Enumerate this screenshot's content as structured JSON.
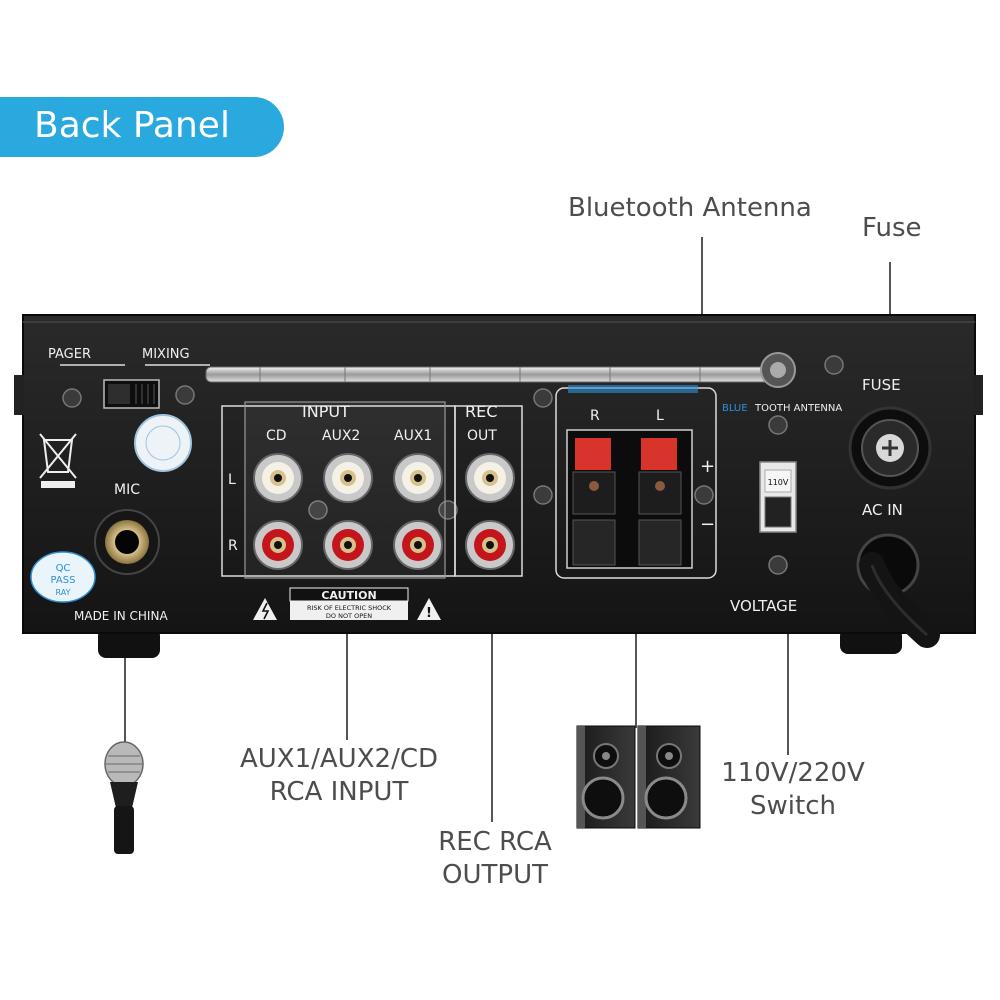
{
  "header": {
    "title": "Back Panel"
  },
  "callouts": {
    "bluetooth_antenna": "Bluetooth Antenna",
    "fuse": "Fuse",
    "rca_input_line1": "AUX1/AUX2/CD",
    "rca_input_line2": "RCA INPUT",
    "rec_output_line1": "REC RCA",
    "rec_output_line2": "OUTPUT",
    "voltage_switch_line1": "110V/220V",
    "voltage_switch_line2": "Switch"
  },
  "panel": {
    "pager": "PAGER",
    "mixing": "MIXING",
    "input": "INPUT",
    "cd": "CD",
    "aux2": "AUX2",
    "aux1": "AUX1",
    "rec": "REC",
    "out": "OUT",
    "left_channel": "L",
    "right_channel": "R",
    "speaker_r": "R",
    "speaker_l": "L",
    "plus": "+",
    "minus": "−",
    "bt_antenna_label_blue": "BLUE",
    "bt_antenna_label_rest": "TOOTH ANTENNA",
    "fuse": "FUSE",
    "ac_in": "AC IN",
    "voltage": "VOLTAGE",
    "voltage_switch_value": "110V",
    "mic": "MIC",
    "qc_line1": "QC",
    "qc_line2": "PASS",
    "qc_line3": "RAY",
    "made_in": "MADE IN CHINA",
    "caution": "CAUTION",
    "caution_line1": "RISK OF ELECTRIC SHOCK",
    "caution_line2": "DO NOT OPEN"
  },
  "colors": {
    "accent": "#2aa9df",
    "panel": "#1c1c1c",
    "rca_red": "#c4141c",
    "terminal_red": "#d9342b",
    "bluetooth_blue": "#2f8fd8"
  }
}
